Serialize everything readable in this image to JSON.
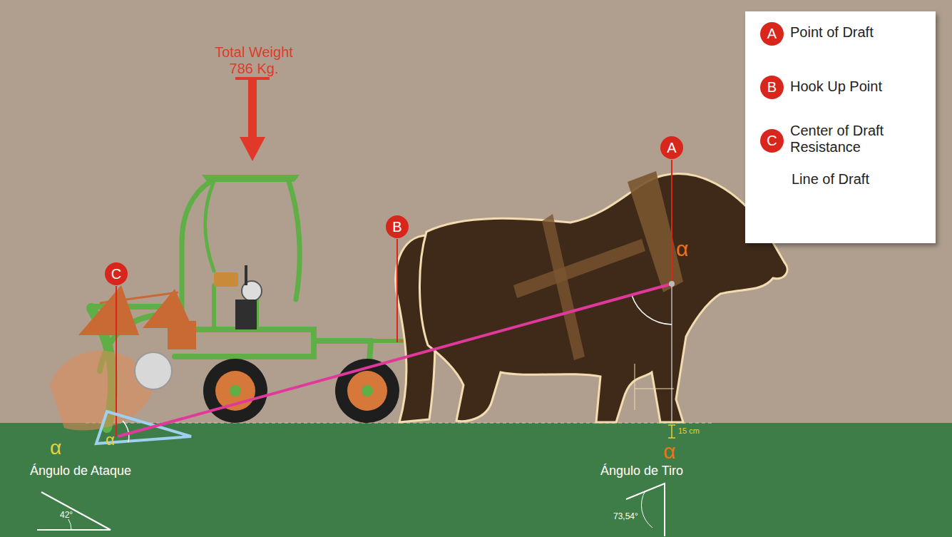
{
  "diagram": {
    "nodes": [
      {
        "text": [
          "A"
        ]
      },
      {
        "text": [
          "B"
        ]
      },
      {
        "text": [
          "C"
        ]
      }
    ],
    "labels": [
      "Total Weight 786 Kg.",
      "A",
      "B",
      "C",
      "α",
      "α",
      "α",
      "α",
      "15 cm",
      "Ángulo de Ataque",
      "42°",
      "Ángulo de Tiro",
      "73,54°"
    ],
    "legend": [
      {
        "text": "Point of Draft"
      },
      {
        "text": "Hook Up Point"
      },
      {
        "text": "Center of Draft Resistance"
      },
      {
        "text": "Line of Draft"
      }
    ]
  }
}
